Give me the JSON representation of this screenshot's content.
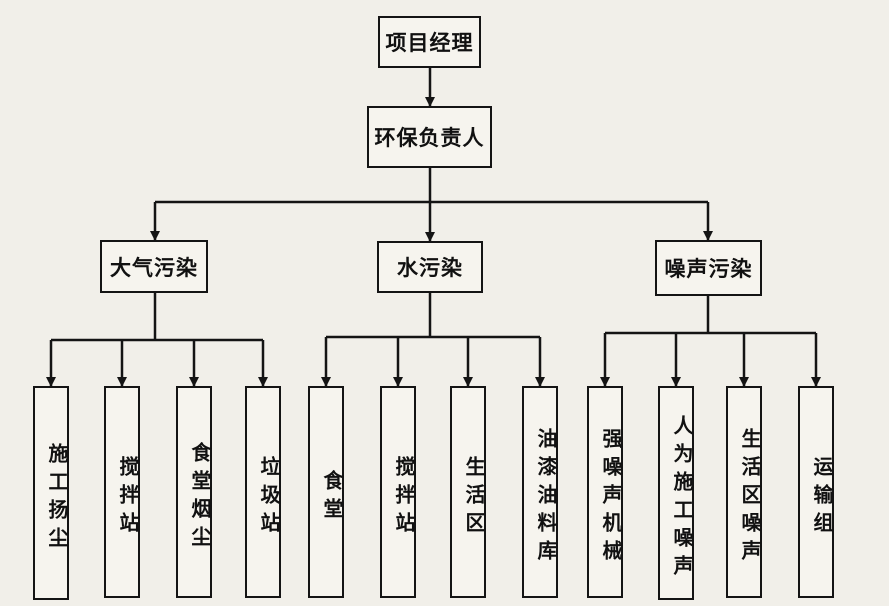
{
  "diagram": {
    "root": {
      "label": "项目经理"
    },
    "manager": {
      "label": "环保负责人"
    },
    "categories": [
      {
        "label": "大气污染",
        "children": [
          "施工扬尘",
          "搅拌站",
          "食堂烟尘",
          "垃圾站"
        ]
      },
      {
        "label": "水污染",
        "children": [
          "食堂",
          "搅拌站",
          "生活区",
          "油漆油料库"
        ]
      },
      {
        "label": "噪声污染",
        "children": [
          "强噪声机械",
          "人为施工噪声",
          "生活区噪声",
          "运输组"
        ]
      }
    ],
    "colors": {
      "line": "#141414",
      "box_fill": "#f6f4ee",
      "background": "#f1efe9"
    }
  }
}
